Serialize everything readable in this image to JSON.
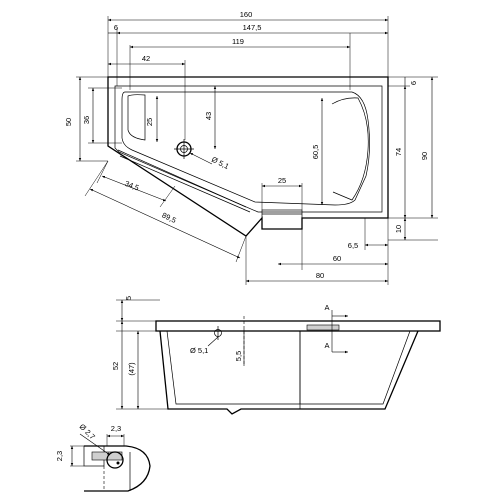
{
  "plan_view": {
    "dim_overall_width": "160",
    "dim_6_left": "6",
    "dim_147_5": "147,5",
    "dim_119": "119",
    "dim_42": "42",
    "dim_50": "50",
    "dim_36": "36",
    "dim_25_vertical": "25",
    "dim_43": "43",
    "dim_60_5": "60,5",
    "dim_6_right": "6",
    "dim_74": "74",
    "dim_90": "90",
    "dim_10": "10",
    "dim_25_horizontal": "25",
    "dim_drain_diameter": "Ø 5,1",
    "dim_34_5": "34,5",
    "dim_89_5": "89,5",
    "dim_6_5": "6,5",
    "dim_60_bottom": "60",
    "dim_80": "80"
  },
  "section_view": {
    "dim_5": "5",
    "dim_52": "52",
    "dim_47": "(47)",
    "dim_overflow_diameter": "Ø 5,1",
    "dim_5_5": "5,5",
    "section_marker_top": "A",
    "section_marker_bottom": "A"
  },
  "detail_view": {
    "dim_2_7": "Ø 2,7",
    "dim_2_3_top": "2,3",
    "dim_2_3_left": "2,3"
  }
}
